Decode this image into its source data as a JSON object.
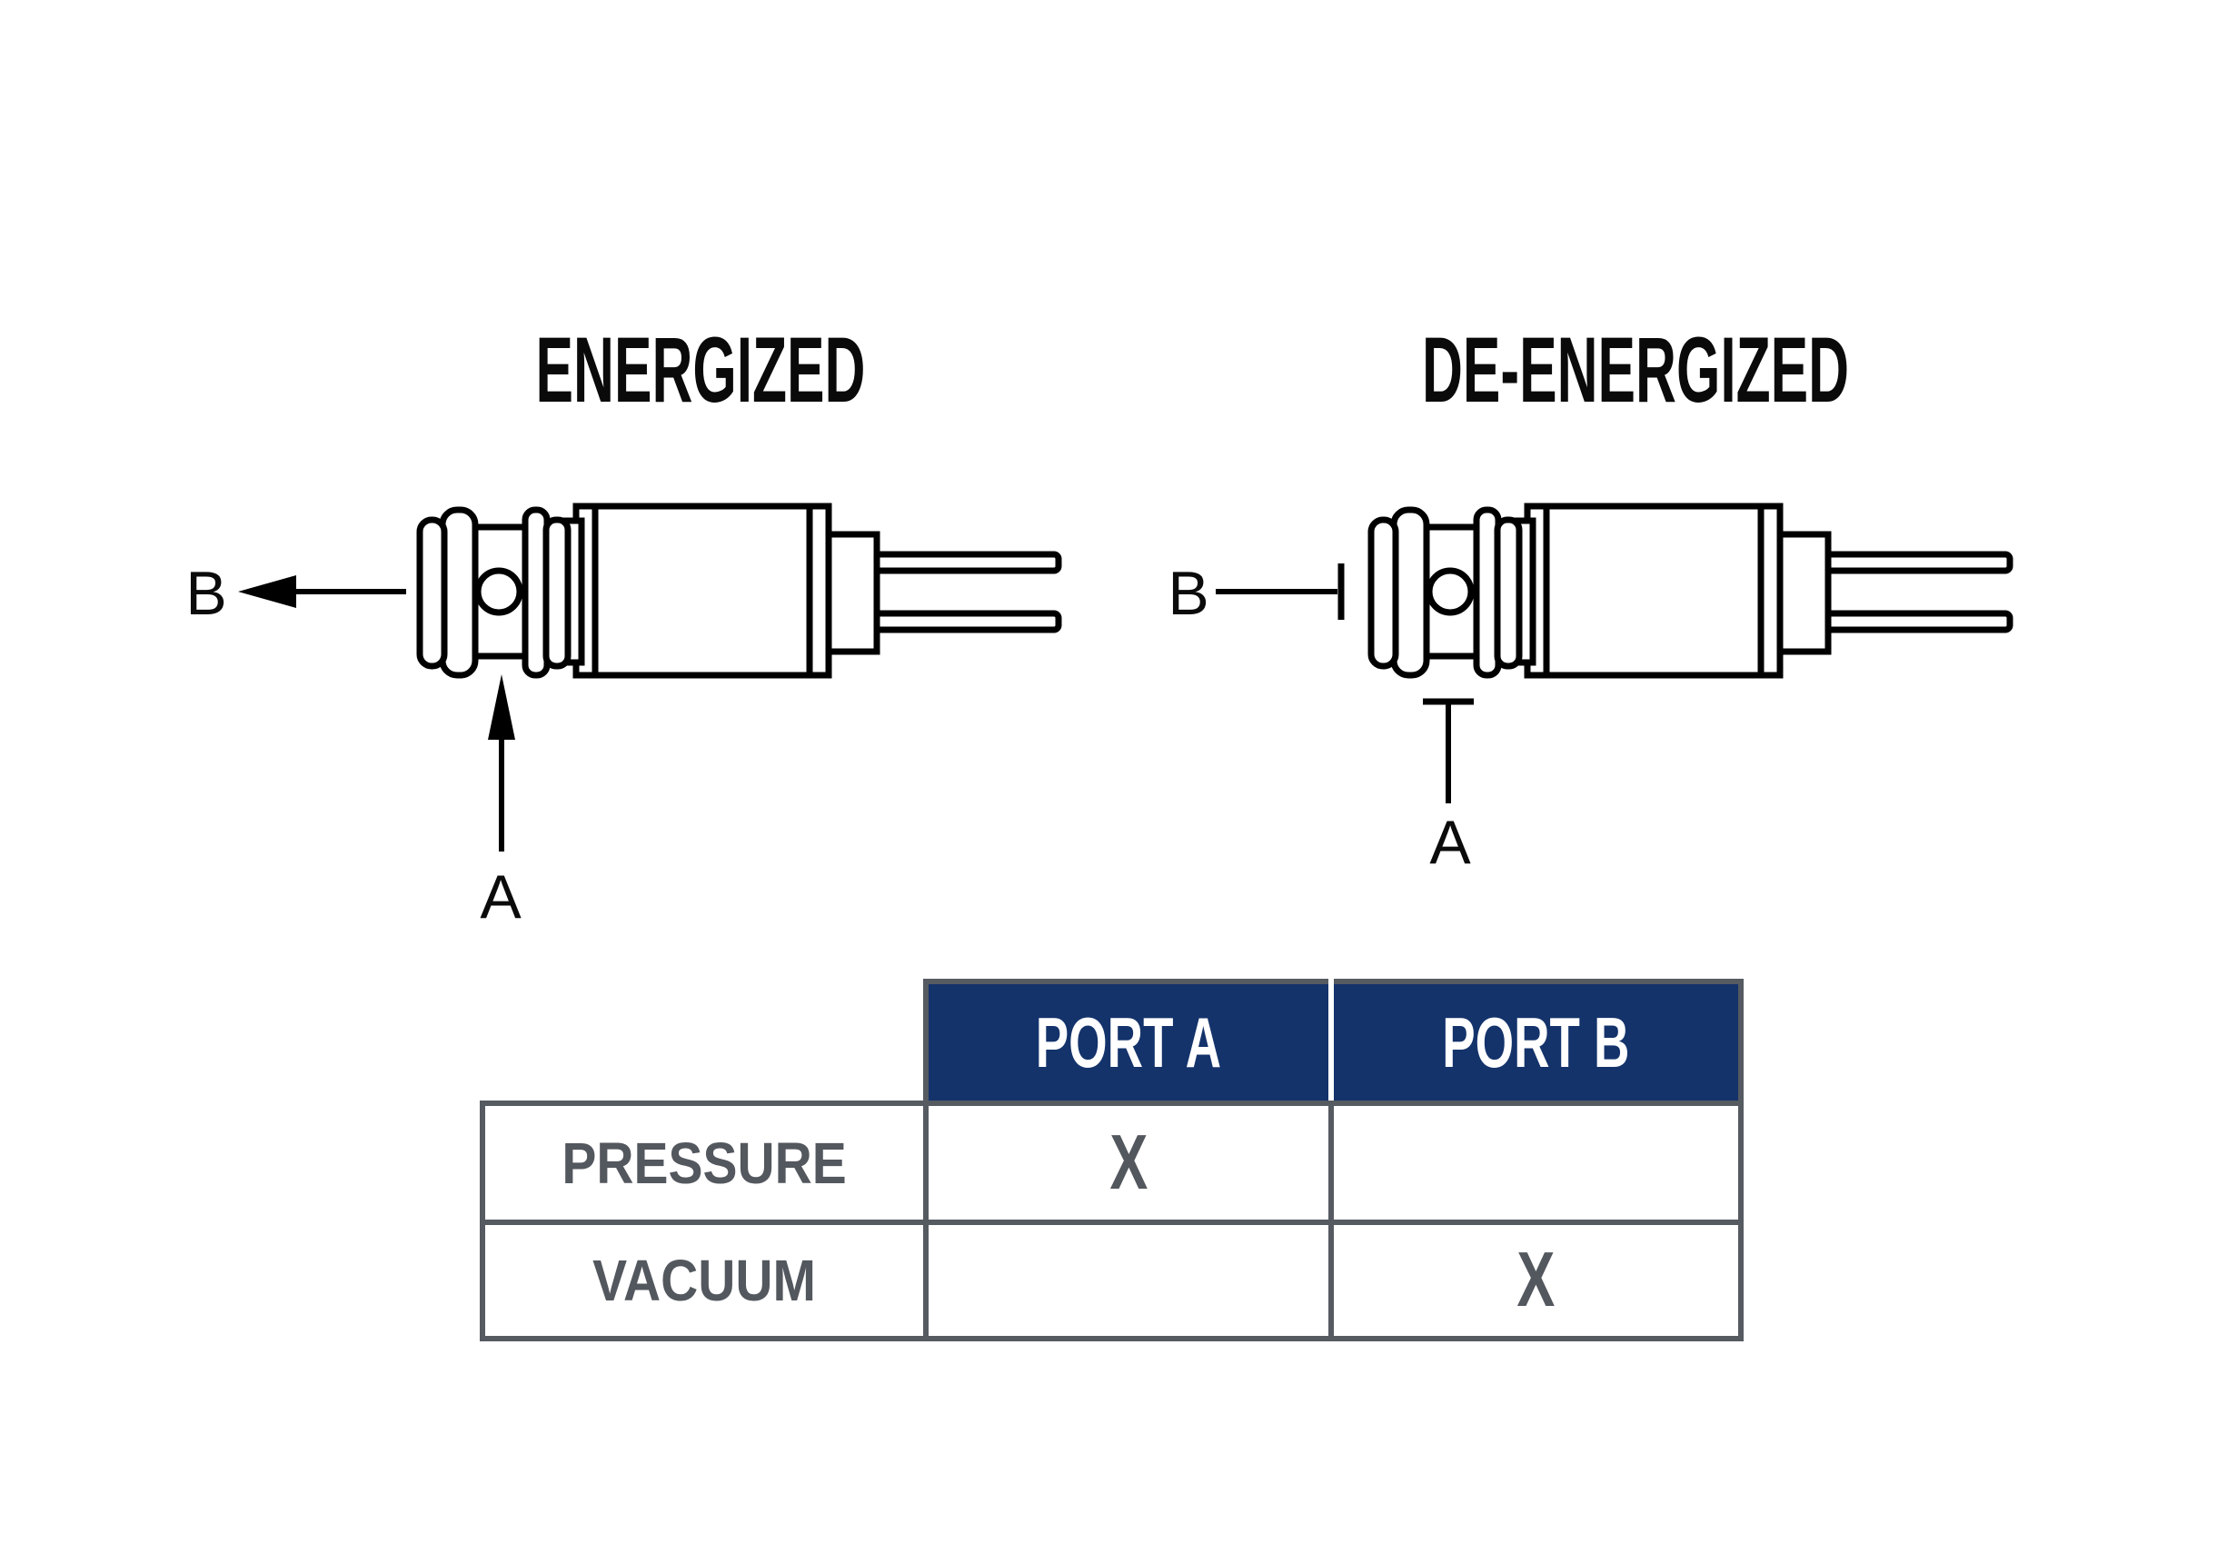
{
  "page": {
    "background": "#FFFFFF"
  },
  "diagram": {
    "energized": {
      "title": "ENERGIZED",
      "label_a": "A",
      "label_b": "B"
    },
    "de_energized": {
      "title": "DE-ENERGIZED",
      "label_a": "A",
      "label_b": "B"
    }
  },
  "table": {
    "header": {
      "port_a": "PORT A",
      "port_b": "PORT B"
    },
    "rows": [
      {
        "label": "PRESSURE",
        "port_a": "X",
        "port_b": ""
      },
      {
        "label": "VACUUM",
        "port_a": "",
        "port_b": "X"
      }
    ],
    "colors": {
      "header_bg": "#14336B",
      "header_text": "#FFFFFF",
      "border": "#565A61",
      "text": "#53575E"
    }
  },
  "line_color": "#000000"
}
